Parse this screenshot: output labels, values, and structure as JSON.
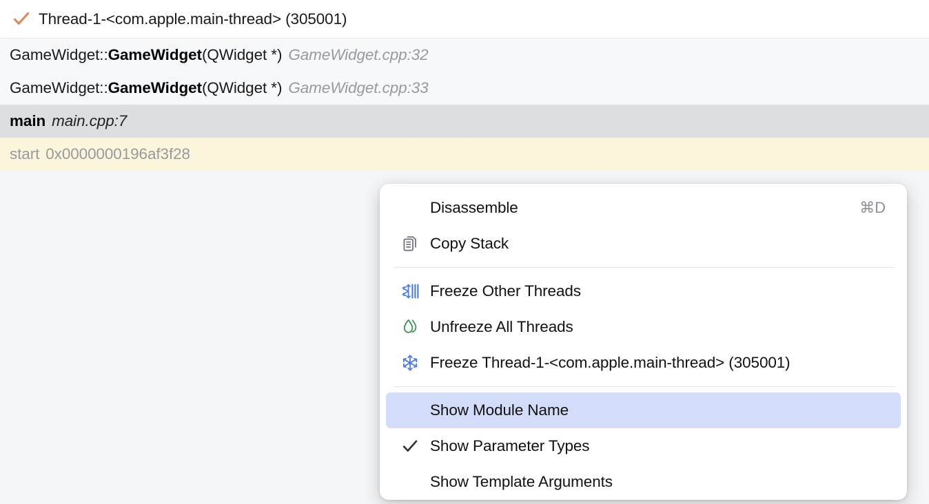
{
  "thread": {
    "check_icon": "checkmark-icon",
    "check_color": "#d98b5f",
    "title": "Thread-1-<com.apple.main-thread> (305001)"
  },
  "stack_frames": [
    {
      "state": "plain",
      "qualifier": "GameWidget::",
      "name": "GameWidget",
      "args": "(QWidget *)",
      "location": "GameWidget.cpp:32"
    },
    {
      "state": "plain",
      "qualifier": "GameWidget::",
      "name": "GameWidget",
      "args": "(QWidget *)",
      "location": "GameWidget.cpp:33"
    },
    {
      "state": "selected",
      "qualifier": "",
      "name": "main",
      "args": "",
      "location": "main.cpp:7"
    },
    {
      "state": "marked",
      "qualifier": "",
      "name": "start",
      "args": "",
      "location": "0x0000000196af3f28"
    }
  ],
  "colors": {
    "row_plain_bg": "#f7f8fa",
    "row_selected_bg": "#dcdee2",
    "row_marked_bg": "#fbf5dc",
    "menu_highlight_bg": "#d3dcf8",
    "freeze_blue": "#4a7be8",
    "unfreeze_green": "#3f8f52",
    "icon_gray": "#676b7c"
  },
  "context_menu": {
    "items": [
      {
        "id": "disassemble",
        "label": "Disassemble",
        "icon": "none",
        "shortcut": "⌘D",
        "highlighted": false
      },
      {
        "id": "copy-stack",
        "label": "Copy Stack",
        "icon": "copy-stack-icon",
        "shortcut": "",
        "highlighted": false
      },
      {
        "id": "freeze-other-threads",
        "label": "Freeze Other Threads",
        "icon": "freeze-other-threads-icon",
        "shortcut": "",
        "highlighted": false
      },
      {
        "id": "unfreeze-all-threads",
        "label": "Unfreeze All Threads",
        "icon": "unfreeze-all-threads-icon",
        "shortcut": "",
        "highlighted": false
      },
      {
        "id": "freeze-thread",
        "label": "Freeze Thread-1-<com.apple.main-thread> (305001)",
        "icon": "snowflake-icon",
        "shortcut": "",
        "highlighted": false
      },
      {
        "id": "show-module-name",
        "label": "Show Module Name",
        "icon": "none",
        "shortcut": "",
        "highlighted": true
      },
      {
        "id": "show-parameter-types",
        "label": "Show Parameter Types",
        "icon": "checkmark-icon",
        "shortcut": "",
        "highlighted": false
      },
      {
        "id": "show-template-arguments",
        "label": "Show Template Arguments",
        "icon": "none",
        "shortcut": "",
        "highlighted": false
      }
    ]
  }
}
